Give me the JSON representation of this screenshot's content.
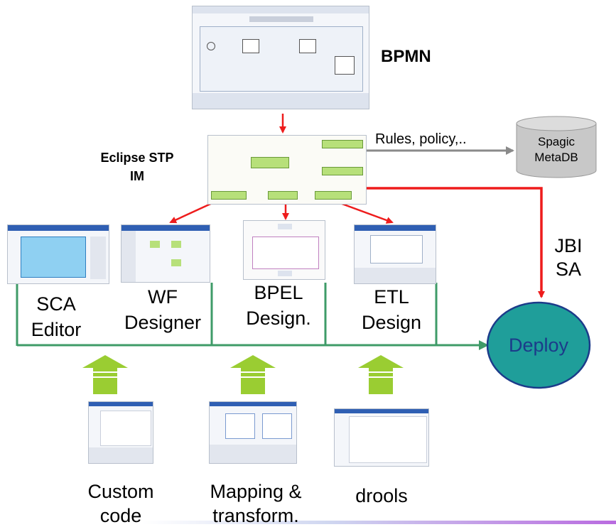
{
  "labels": {
    "bpmn": "BPMN",
    "stp_line1": "Eclipse STP",
    "stp_line2": "IM",
    "rules": "Rules, policy,..",
    "metadb_line1": "Spagic",
    "metadb_line2": "MetaDB",
    "jbi_line1": "JBI",
    "jbi_line2": "SA",
    "deploy": "Deploy"
  },
  "designers": [
    {
      "line1": "SCA",
      "line2": "Editor"
    },
    {
      "line1": "WF",
      "line2": "Designer"
    },
    {
      "line1": "BPEL",
      "line2": "Design."
    },
    {
      "line1": "ETL",
      "line2": "Design"
    }
  ],
  "inputs": [
    {
      "line1": "Custom",
      "line2": "code"
    },
    {
      "line1": "Mapping &",
      "line2": "transform."
    },
    {
      "line1": "drools",
      "line2": ""
    }
  ],
  "colors": {
    "red_arrow": "#ee1c1c",
    "gray_arrow": "#8a8a8a",
    "green_line": "#3f9b68",
    "up_arrow": "#9acd32",
    "deploy_fill": "#1f9e9a",
    "deploy_text": "#1c3b8a",
    "cylinder": "#c8c8c8"
  },
  "icons": {
    "bpmn_screenshot": "bpmn-editor-screenshot",
    "stp_screenshot": "stp-im-screenshot",
    "metadb": "database-cylinder-icon",
    "up_arrow": "green-up-arrow-icon"
  }
}
